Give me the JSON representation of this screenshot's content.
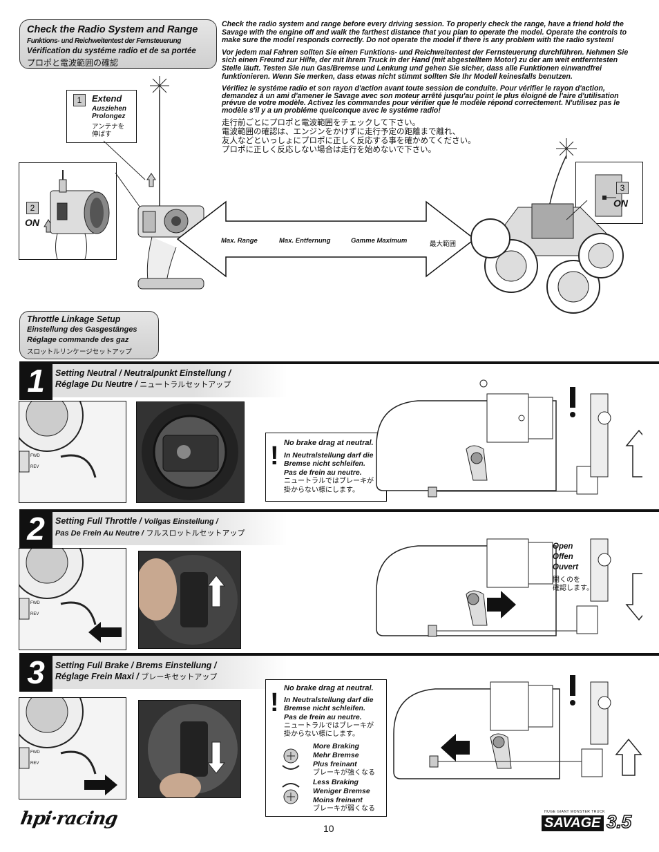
{
  "radio": {
    "tag": {
      "title": "Check the Radio System and Range",
      "de": "Funktions- und Reichweitentest der Fernsteuerung",
      "fr": "Vérification du systéme radio et de sa portée",
      "jp": "プロポと電波範囲の確認"
    },
    "paragraphs": {
      "en": "Check the radio system and range before every driving session. To properly check the range, have a friend hold the Savage with the engine off and walk the farthest distance that you plan to operate the model. Operate the controls to make sure the model responds correctly. Do not operate the model if there is any problem with the radio system!",
      "de": "Vor jedem mal Fahren sollten Sie einen Funktions- und Reichweitentest der Fernsteuerung durchführen. Nehmen Sie sich einen Freund zur Hilfe, der mit Ihrem Truck in der Hand (mit abgestelltem Motor) zu der am weit entferntesten Stelle läuft. Testen Sie nun Gas/Bremse und Lenkung und gehen Sie sicher, dass alle Funktionen einwandfrei funktionieren. Wenn Sie merken, dass etwas nicht stimmt sollten Sie Ihr Modell keinesfalls benutzen.",
      "fr": "Vérifiez le systéme radio et son rayon d'action avant toute session de conduite. Pour vérifier le rayon d'action, demandez à un ami d'amener le Savage avec son moteur arrêté jusqu'au point le plus éloigné de l'aire d'utilisation prévue de votre modèle. Activez les commandes pour vérifier que le modèle répond correctement. N'utilisez pas le modèle s'il y a un probléme quelconque avec le systéme radio!",
      "jp1": "走行前ごとにプロポと電波範囲をチェックして下さい。",
      "jp2": "電波範囲の確認は、エンジンをかけずに走行予定の距離まで離れ、",
      "jp3": "友人などといっしょにプロポに正しく反応する事を確かめてください。",
      "jp4": "プロポに正しく反応しない場合は走行を始めないで下さい。"
    },
    "step1": {
      "num": "1",
      "en": "Extend",
      "de": "Ausziehen",
      "fr": "Prolongez",
      "jp1": "アンテナを",
      "jp2": "伸ばす"
    },
    "step2": {
      "num": "2",
      "label": "ON"
    },
    "step3": {
      "num": "3",
      "label": "ON"
    },
    "range": {
      "en": "Max. Range",
      "de": "Max. Entfernung",
      "fr": "Gamme Maximum",
      "jp": "最大範囲"
    }
  },
  "throttle": {
    "tag": {
      "title": "Throttle Linkage Setup",
      "de": "Einstellung des Gasgestänges",
      "fr": "Réglage commande des gaz",
      "jp": "スロットルリンケージセットアップ"
    },
    "steps": [
      {
        "num": "1",
        "line1": "Setting Neutral / Neutralpunkt Einstellung /",
        "line2": "Réglage Du Neutre /",
        "jp": "ニュートラルセットアップ"
      },
      {
        "num": "2",
        "line1a": "Setting Full Throttle /",
        "line1b": "Vollgas Einstellung /",
        "line2": "Pas De Frein Au Neutre /",
        "jp": "フルスロットルセットアップ"
      },
      {
        "num": "3",
        "line1": "Setting Full Brake / Brems Einstellung /",
        "line2": "Réglage Frein Maxi /",
        "jp": "ブレーキセットアップ"
      }
    ],
    "warn": {
      "title": "No brake drag at neutral.",
      "de1": "In Neutralstellung darf die",
      "de2": "Bremse nicht schleifen.",
      "fr": "Pas de frein au neutre.",
      "jp1": "ニュートラルではブレーキが",
      "jp2": "掛からない様にします。"
    },
    "open": {
      "en": "Open",
      "de": "Offen",
      "fr": "Ouvert",
      "jp1": "開くのを",
      "jp2": "確認します。"
    },
    "more": {
      "en": "More Braking",
      "de": "Mehr Bremse",
      "fr": "Plus freinant",
      "jp": "ブレーキが強くなる"
    },
    "less": {
      "en": "Less Braking",
      "de": "Weniger Bremse",
      "fr": "Moins freinant",
      "jp": "ブレーキが弱くなる"
    },
    "switch": {
      "fwd": "FWD",
      "rev": "REV"
    }
  },
  "footer": {
    "page": "10",
    "left_logo": "hpi·racing",
    "right_logo": "SAVAGE",
    "right_logo_num": "3.5",
    "right_tagline": "HUGE GIANT MONSTER TRUCK"
  },
  "colors": {
    "bar": "#111111",
    "tag_bg": "#d9d9d9",
    "arrow_fill": "#ffffff"
  }
}
